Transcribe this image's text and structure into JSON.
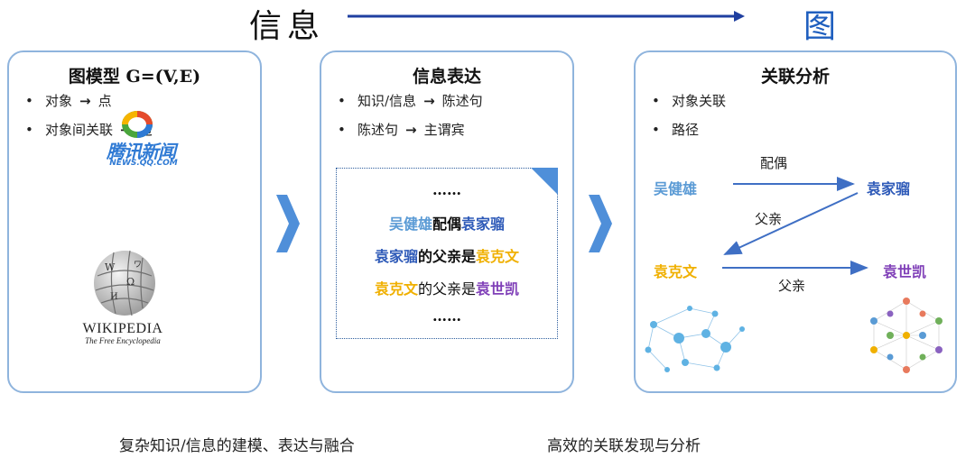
{
  "header": {
    "left_title": "信息",
    "right_title": "图"
  },
  "panels": [
    {
      "title": "图模型 G=(V,E)",
      "bullets": [
        {
          "from": "对象",
          "to": "点"
        },
        {
          "from": "对象间关联",
          "to": "边"
        }
      ],
      "logos": {
        "tencent_main": "腾讯新闻",
        "tencent_sub": "NEWS.QQ.COM",
        "wiki_main": "WIKIPEDIA",
        "wiki_sub": "The Free Encyclopedia"
      }
    },
    {
      "title": "信息表达",
      "bullets": [
        {
          "from": "知识/信息",
          "to": "陈述句"
        },
        {
          "from": "陈述句",
          "to": "主谓宾"
        }
      ],
      "sentences": {
        "ellipsis": "……",
        "s1": {
          "subject": "吴健雄",
          "verb": "配偶",
          "object": "袁家骝"
        },
        "s2": {
          "subject": "袁家骝",
          "verb": "的父亲是",
          "object": "袁克文"
        },
        "s3": {
          "subject": "袁克文",
          "verb": "的父亲是",
          "object": "袁世凯"
        }
      }
    },
    {
      "title": "关联分析",
      "bullets": [
        "对象关联",
        "路径"
      ],
      "graph": {
        "nodes": [
          "吴健雄",
          "袁家骝",
          "袁克文",
          "袁世凯"
        ],
        "edges": [
          {
            "from": "吴健雄",
            "to": "袁家骝",
            "label": "配偶"
          },
          {
            "from": "袁家骝",
            "to": "袁克文",
            "label": "父亲"
          },
          {
            "from": "袁克文",
            "to": "袁世凯",
            "label": "父亲"
          }
        ]
      }
    }
  ],
  "captions": {
    "left": "复杂知识/信息的建模、表达与融合",
    "right": "高效的关联发现与分析"
  },
  "colors": {
    "light_blue": "#5b9bd5",
    "dark_blue": "#2e5ab8",
    "orange": "#f0b000",
    "purple": "#8040b8",
    "panel_border": "#8fb4dd",
    "chevron": "#4f8fd9"
  }
}
